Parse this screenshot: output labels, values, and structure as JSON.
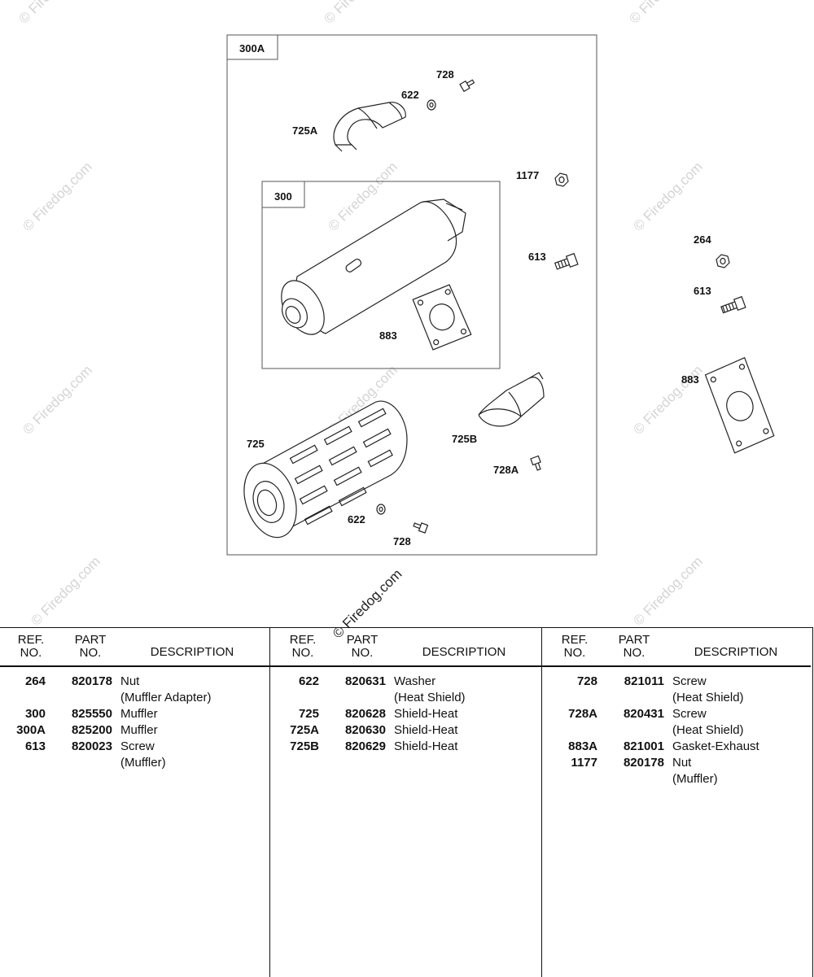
{
  "diagram": {
    "watermark": "© Firedog.com",
    "box_outer_label": "300A",
    "box_inner_label": "300",
    "callouts": {
      "c728_top": "728",
      "c622_top": "622",
      "c725A": "725A",
      "c1177": "1177",
      "c613_in": "613",
      "c883_in": "883",
      "c264_out": "264",
      "c613_out": "613",
      "c883_out": "883",
      "c725": "725",
      "c725B": "725B",
      "c728A": "728A",
      "c622_bot": "622",
      "c728_bot": "728"
    }
  },
  "table": {
    "headers": {
      "ref": [
        "REF.",
        "NO."
      ],
      "part": [
        "PART",
        "NO."
      ],
      "desc": "DESCRIPTION"
    },
    "columns": [
      [
        {
          "ref": "264",
          "part": "820178",
          "desc": "Nut"
        },
        {
          "ref": "",
          "part": "",
          "desc": "(Muffler Adapter)"
        },
        {
          "ref": "300",
          "part": "825550",
          "desc": "Muffler"
        },
        {
          "ref": "300A",
          "part": "825200",
          "desc": "Muffler"
        },
        {
          "ref": "613",
          "part": "820023",
          "desc": "Screw"
        },
        {
          "ref": "",
          "part": "",
          "desc": "(Muffler)"
        }
      ],
      [
        {
          "ref": "622",
          "part": "820631",
          "desc": "Washer"
        },
        {
          "ref": "",
          "part": "",
          "desc": "(Heat Shield)"
        },
        {
          "ref": "725",
          "part": "820628",
          "desc": "Shield-Heat"
        },
        {
          "ref": "725A",
          "part": "820630",
          "desc": "Shield-Heat"
        },
        {
          "ref": "725B",
          "part": "820629",
          "desc": "Shield-Heat"
        }
      ],
      [
        {
          "ref": "728",
          "part": "821011",
          "desc": "Screw"
        },
        {
          "ref": "",
          "part": "",
          "desc": "(Heat Shield)"
        },
        {
          "ref": "728A",
          "part": "820431",
          "desc": "Screw"
        },
        {
          "ref": "",
          "part": "",
          "desc": "(Heat Shield)"
        },
        {
          "ref": "883A",
          "part": "821001",
          "desc": "Gasket-Exhaust"
        },
        {
          "ref": "1177",
          "part": "820178",
          "desc": "Nut"
        },
        {
          "ref": "",
          "part": "",
          "desc": "(Muffler)"
        }
      ]
    ]
  }
}
